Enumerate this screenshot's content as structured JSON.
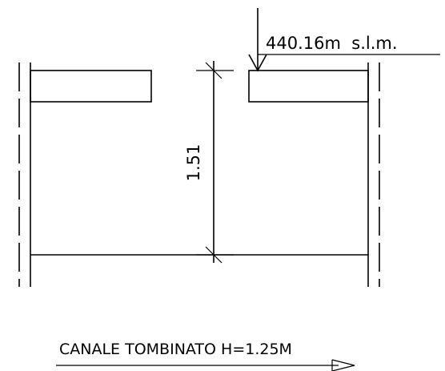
{
  "drawing": {
    "elevation_label": "440.16m  s.l.m.",
    "dimension_label": "1.51",
    "channel_label": "CANALE TOMBINATO H=1.25M"
  },
  "colors": {
    "line": "#000000",
    "background": "#ffffff"
  }
}
